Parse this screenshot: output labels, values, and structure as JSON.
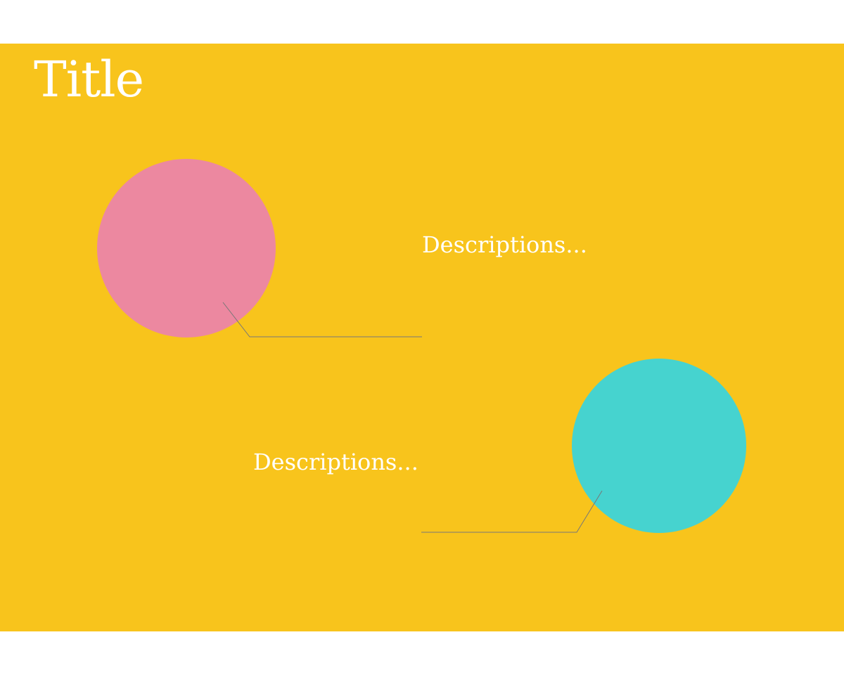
{
  "title": "Title",
  "descriptions": [
    {
      "text": "Descriptions..."
    },
    {
      "text": "Descriptions..."
    }
  ],
  "colors": {
    "background": "#F8C41C",
    "circle_1": "#EC88A0",
    "circle_2": "#46D3CF",
    "connector": "#777777",
    "text": "#FFFFFF"
  }
}
